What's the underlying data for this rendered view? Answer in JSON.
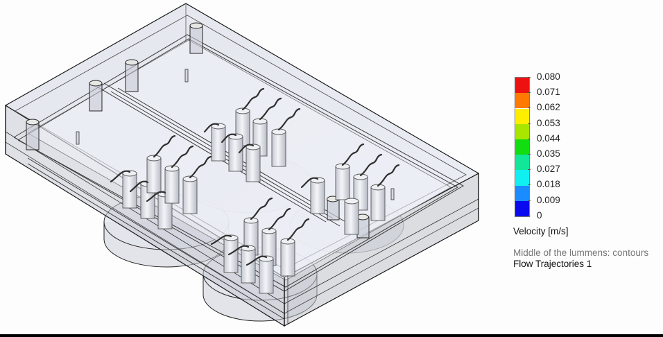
{
  "viewport": {
    "type": "cad-flow-simulation-view",
    "background": "#fdfdfd",
    "model": {
      "description": "translucent rectangular manifold block with channels, cylindrical wells and flow trajectory tubes",
      "body_color": "#c9ccd6",
      "edge_color": "#1a1a1a"
    }
  },
  "legend": {
    "quantity_label": "Velocity [m/s]",
    "plot_name": "Middle of the lummens: contours",
    "trajectory_name": "Flow Trajectories 1",
    "ticks": [
      "0.080",
      "0.071",
      "0.062",
      "0.053",
      "0.044",
      "0.035",
      "0.027",
      "0.018",
      "0.009",
      "0"
    ],
    "bands": [
      {
        "color": "#ee1111"
      },
      {
        "color": "#ff7a00"
      },
      {
        "color": "#ffee00"
      },
      {
        "color": "#a8e600"
      },
      {
        "color": "#11dd11"
      },
      {
        "color": "#11e699"
      },
      {
        "color": "#11f0f0"
      },
      {
        "color": "#1a8cff"
      },
      {
        "color": "#0a0aee"
      }
    ]
  }
}
